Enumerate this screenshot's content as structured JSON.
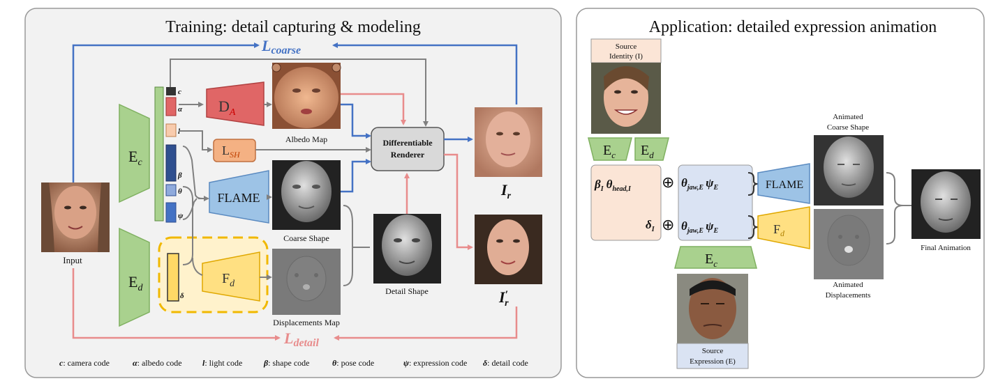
{
  "training": {
    "title": "Training: detail capturing & modeling",
    "loss_coarse_main": "L",
    "loss_coarse_sub": "coarse",
    "loss_detail_main": "L",
    "loss_detail_sub": "detail",
    "input_label": "Input",
    "enc_coarse_main": "E",
    "enc_coarse_sub": "c",
    "enc_detail_main": "E",
    "enc_detail_sub": "d",
    "code_c": "c",
    "code_alpha": "α",
    "code_l": "l",
    "code_beta": "β",
    "code_theta": "θ",
    "code_psi": "ψ",
    "code_delta": "δ",
    "albedo_decoder_main": "D",
    "albedo_decoder_sub": "A",
    "light_main": "L",
    "light_sub": "SH",
    "flame_label": "FLAME",
    "detail_decoder_main": "F",
    "detail_decoder_sub": "d",
    "albedo_map_label": "Albedo Map",
    "coarse_shape_label": "Coarse Shape",
    "displacements_label": "Displacements Map",
    "renderer_line1": "Differentiable",
    "renderer_line2": "Renderer",
    "detail_shape_label": "Detail Shape",
    "ir_main": "I",
    "ir_sub": "r",
    "irp_main": "I",
    "irp_sub": "r",
    "irp_prime": "′",
    "legend": [
      {
        "sym": "c",
        "text": ": camera code"
      },
      {
        "sym": "α",
        "text": ": albedo code"
      },
      {
        "sym": "l",
        "text": ": light code"
      },
      {
        "sym": "β",
        "text": ": shape code"
      },
      {
        "sym": "θ",
        "text": ":  pose code"
      },
      {
        "sym": "ψ",
        "text": ": expression code"
      },
      {
        "sym": "δ",
        "text": ": detail code"
      }
    ]
  },
  "application": {
    "title": "Application: detailed expression animation",
    "source_identity_line1": "Source",
    "source_identity_line2": "Identity (I)",
    "ec_main": "E",
    "ec_sub": "c",
    "ed_main": "E",
    "ed_sub": "d",
    "ec2_main": "E",
    "ec2_sub": "c",
    "row1_left": "β",
    "row1_left_sub": "I",
    "row1_left2": "θ",
    "row1_left2_sub": "head,I",
    "row2_left": "δ",
    "row2_left_sub": "I",
    "oplus": "⊕",
    "row_mid1": "θ",
    "row_mid1_sub": "jaw,E",
    "row_mid2": "ψ",
    "row_mid2_sub": "E",
    "flame_label": "FLAME",
    "fd_main": "F",
    "fd_sub": "d",
    "animated_coarse_line1": "Animated",
    "animated_coarse_line2": "Coarse Shape",
    "animated_disp_line1": "Animated",
    "animated_disp_line2": "Displacements",
    "final_label": "Final Animation",
    "source_expr_line1": "Source",
    "source_expr_line2": "Expression (E)"
  },
  "colors": {
    "blue_arrow": "#4472c4",
    "red_arrow": "#e88c8c",
    "gray_arrow": "#808080",
    "encoder_green": "#a9d18e",
    "flame_blue": "#9dc3e6",
    "decoder_red": "#e06666",
    "fd_yellow": "#ffe082",
    "light_orange": "#f4b183"
  }
}
